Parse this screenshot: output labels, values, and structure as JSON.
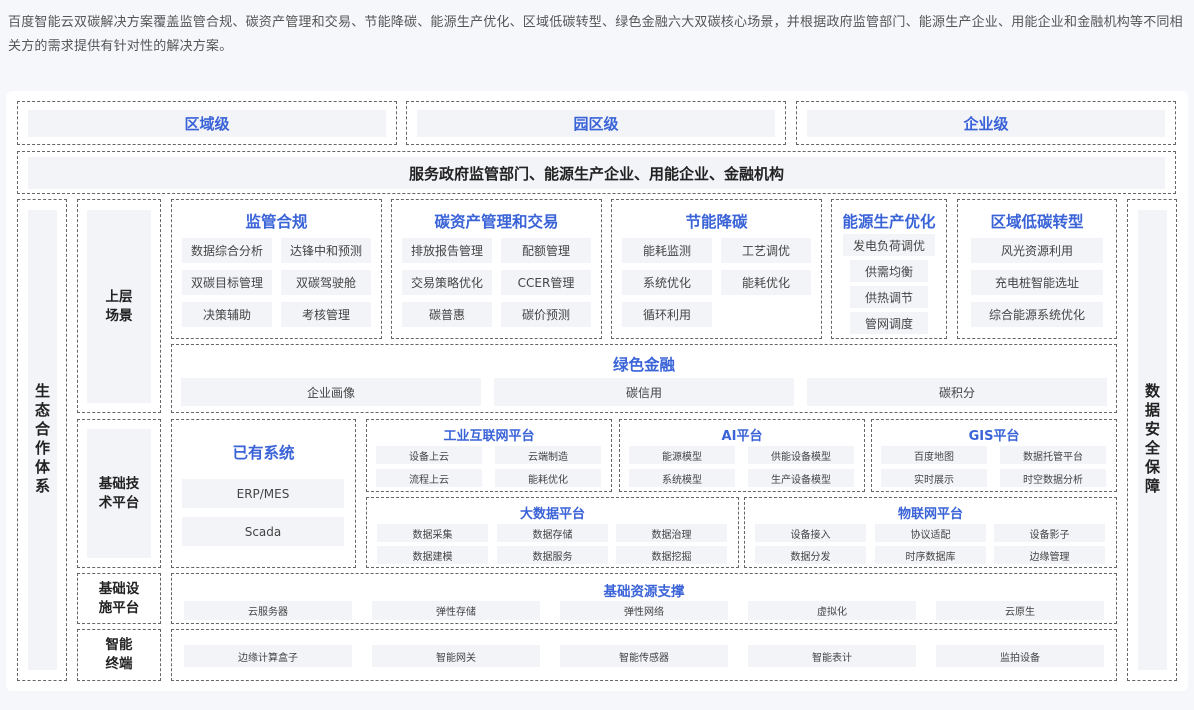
{
  "intro": "百度智能云双碳解决方案覆盖监管合规、碳资产管理和交易、节能降碳、能源生产优化、区域低碳转型、绿色金融六大双碳核心场景，并根据政府监管部门、能源生产企业、用能企业和金融机构等不同相关方的需求提供有针对性的解决方案。",
  "tiers": [
    "区域级",
    "园区级",
    "企业级"
  ],
  "serve": "服务政府监管部门、能源生产企业、用能企业、金融机构",
  "left_label": "生态合作体系",
  "right_label": "数据安全保障",
  "rows": {
    "scenes": "上层\n场景",
    "base_tech": "基础技\n术平台",
    "infra": "基础设\n施平台",
    "terminal": "智能\n终端"
  },
  "scenes": [
    {
      "title": "监管合规",
      "items": [
        "数据综合分析",
        "达锋中和预测",
        "双碳目标管理",
        "双碳驾驶舱",
        "决策辅助",
        "考核管理"
      ]
    },
    {
      "title": "碳资产管理和交易",
      "items": [
        "排放报告管理",
        "配额管理",
        "交易策略优化",
        "CCER管理",
        "碳普惠",
        "碳价预测"
      ]
    },
    {
      "title": "节能降碳",
      "items": [
        "能耗监测",
        "工艺调优",
        "系统优化",
        "能耗优化",
        "循环利用"
      ]
    },
    {
      "title": "能源生产优化",
      "items": [
        "发电负荷调优",
        "供需均衡",
        "供热调节",
        "管网调度"
      ]
    },
    {
      "title": "区域低碳转型",
      "items": [
        "风光资源利用",
        "充电桩智能选址",
        "综合能源系统优化"
      ]
    }
  ],
  "green_finance": {
    "title": "绿色金融",
    "items": [
      "企业画像",
      "碳信用",
      "碳积分"
    ]
  },
  "existing": {
    "title": "已有系统",
    "items": [
      "ERP/MES",
      "Scada"
    ]
  },
  "platforms_top": [
    {
      "title": "工业互联网平台",
      "items": [
        "设备上云",
        "云端制造",
        "流程上云",
        "能耗优化"
      ]
    },
    {
      "title": "AI平台",
      "items": [
        "能源模型",
        "供能设备模型",
        "系统模型",
        "生产设备模型"
      ]
    },
    {
      "title": "GIS平台",
      "items": [
        "百度地图",
        "数据托管平台",
        "实时展示",
        "时空数据分析"
      ]
    }
  ],
  "platforms_bottom": [
    {
      "title": "大数据平台",
      "items": [
        "数据采集",
        "数据存储",
        "数据治理",
        "数据建模",
        "数据服务",
        "数据挖掘"
      ]
    },
    {
      "title": "物联网平台",
      "items": [
        "设备接入",
        "协议适配",
        "设备影子",
        "数据分发",
        "时序数据库",
        "边缘管理"
      ]
    }
  ],
  "infra": {
    "title": "基础资源支撑",
    "items": [
      "云服务器",
      "弹性存储",
      "弹性网络",
      "虚拟化",
      "云原生"
    ]
  },
  "terminal": {
    "items": [
      "边缘计算盒子",
      "智能网关",
      "智能传感器",
      "智能表计",
      "监拍设备"
    ]
  },
  "colors": {
    "accent": "#3a63d8",
    "chip_bg": "#f3f4f8",
    "page_bg": "#f5f7fb"
  }
}
